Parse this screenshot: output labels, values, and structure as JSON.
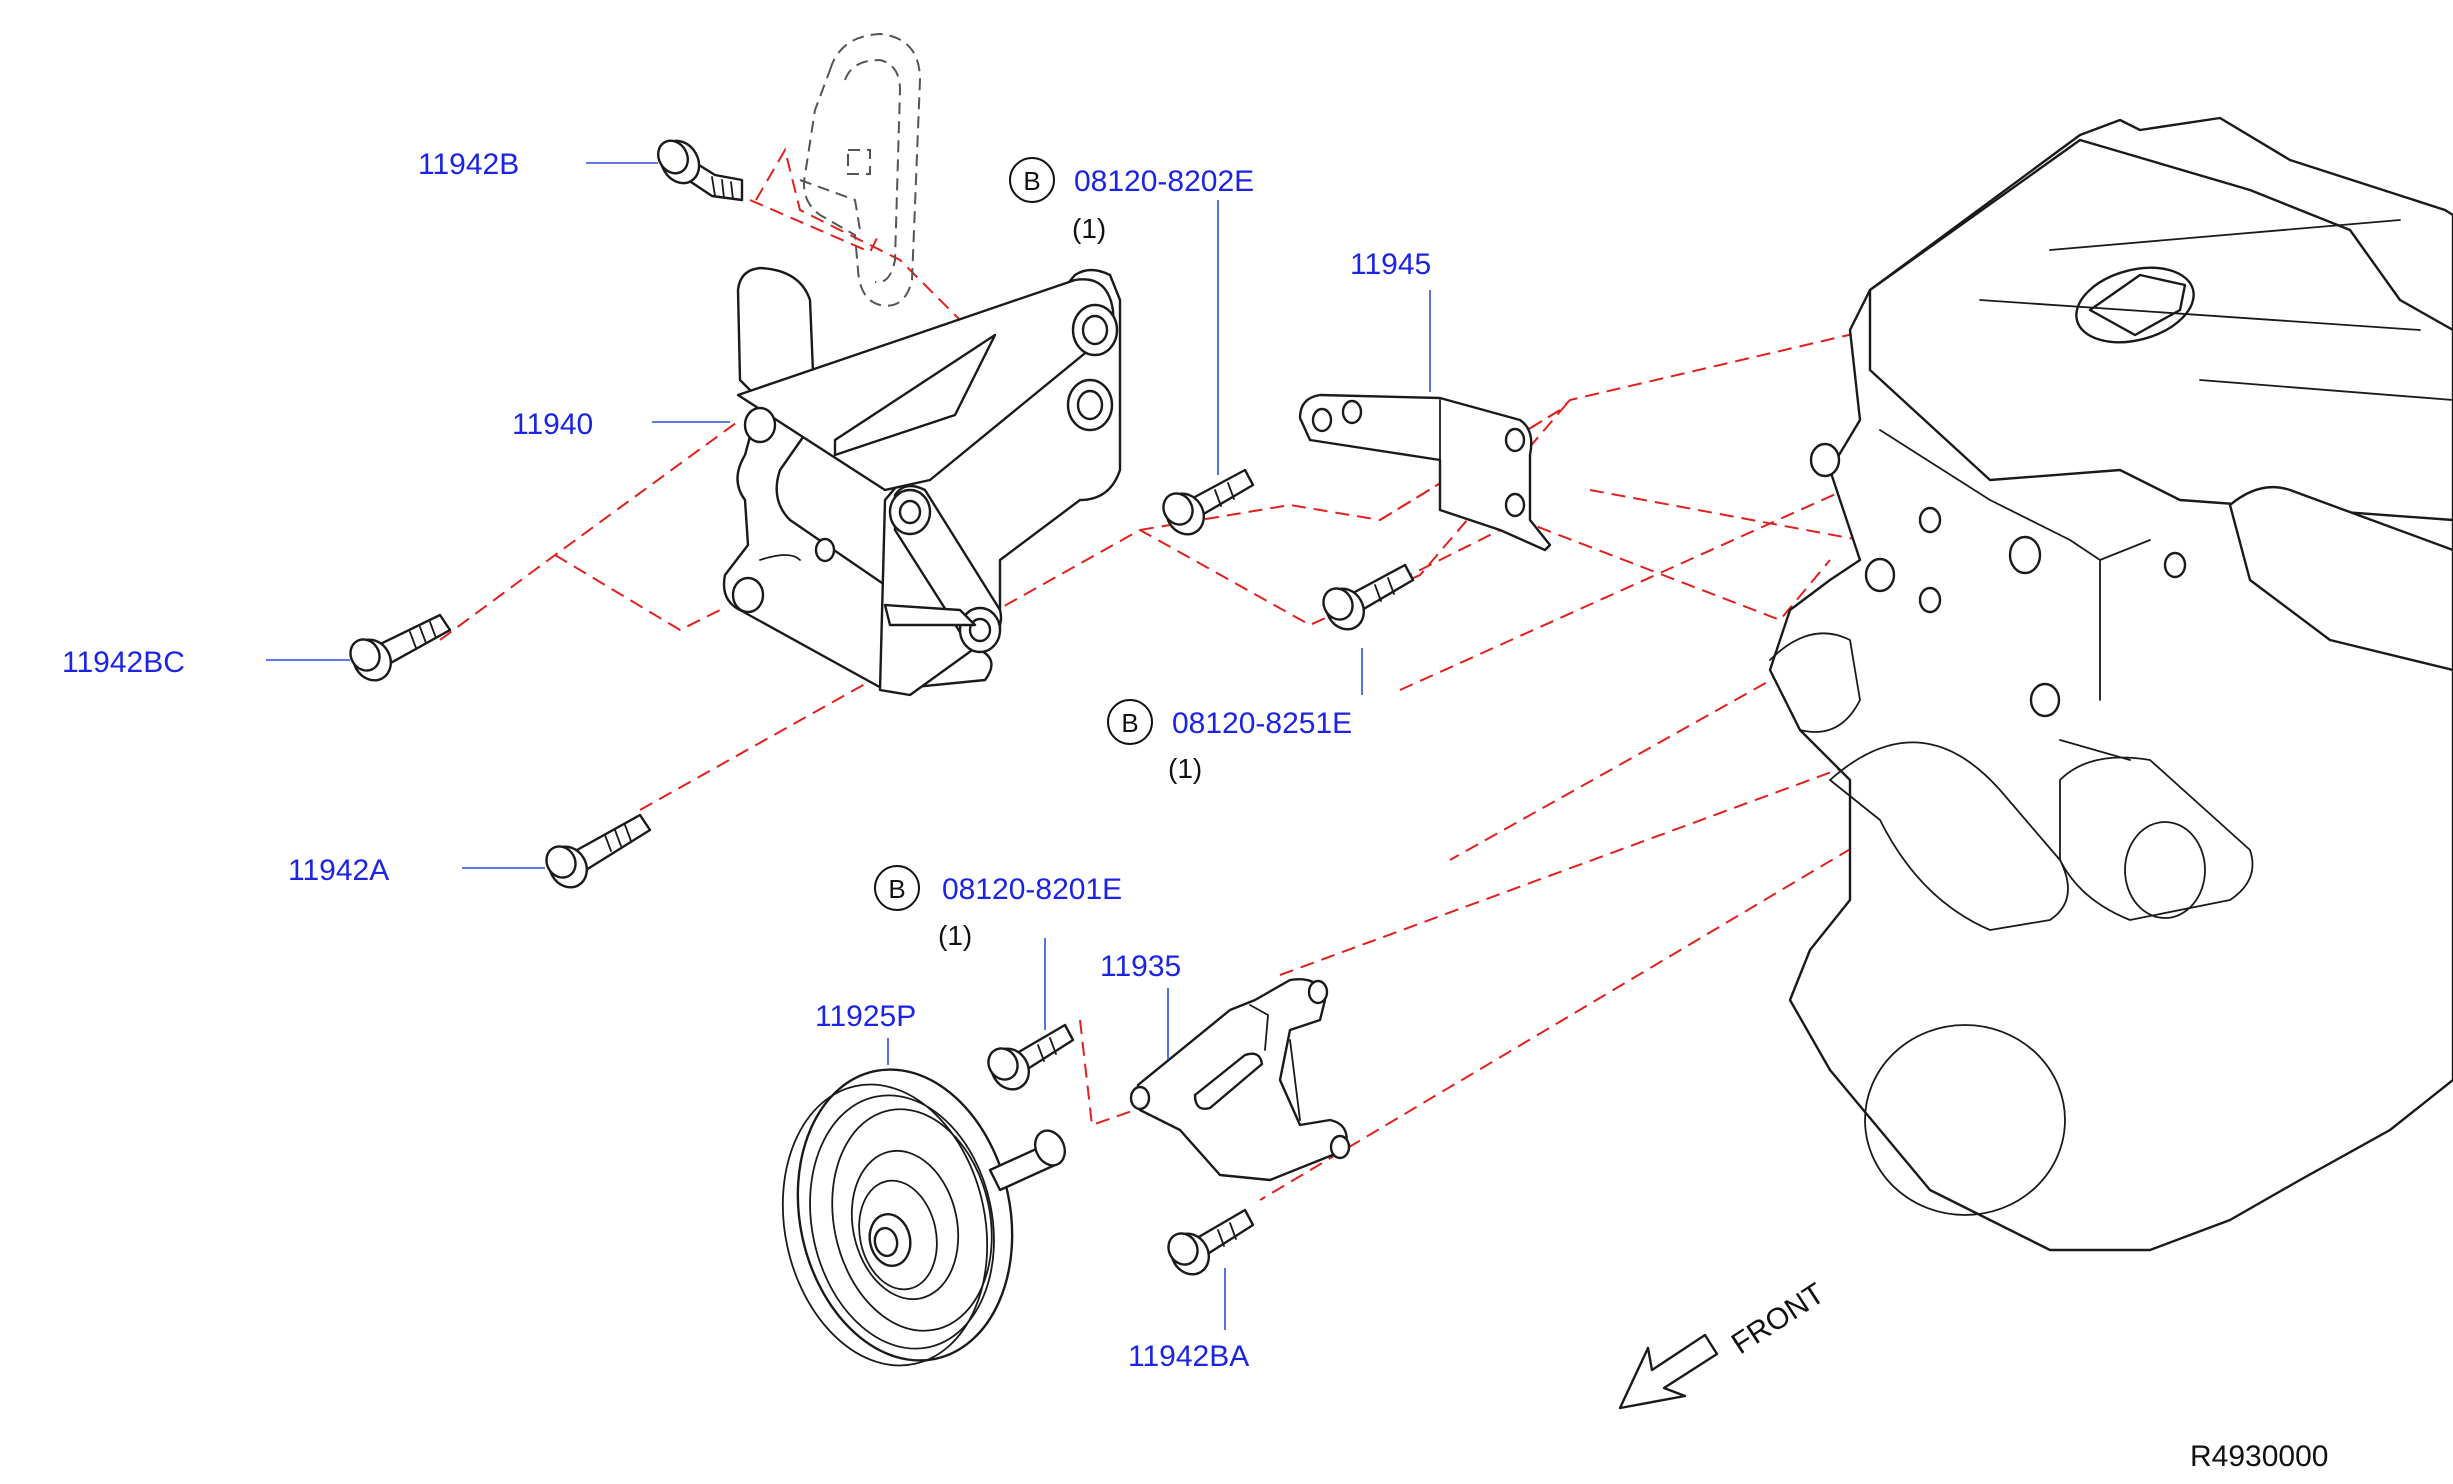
{
  "colors": {
    "label": "#1b24e6",
    "leader": "#2a4fd8",
    "dashed": "#e0201c",
    "outline": "#1a1a1a"
  },
  "parts": {
    "p11942b": "11942B",
    "p11940": "11940",
    "p11942bc": "11942BC",
    "p11942a": "11942A",
    "p11945": "11945",
    "p11935": "11935",
    "p11925p": "11925P",
    "p11942ba": "11942BA"
  },
  "bolts": {
    "b1": {
      "marker": "B",
      "part": "08120-8202E",
      "qty": "(1)"
    },
    "b2": {
      "marker": "B",
      "part": "08120-8251E",
      "qty": "(1)"
    },
    "b3": {
      "marker": "B",
      "part": "08120-8201E",
      "qty": "(1)"
    }
  },
  "direction": {
    "label": "FRONT",
    "icon": "arrow-down-left-icon"
  },
  "diagram_code": "R4930000"
}
